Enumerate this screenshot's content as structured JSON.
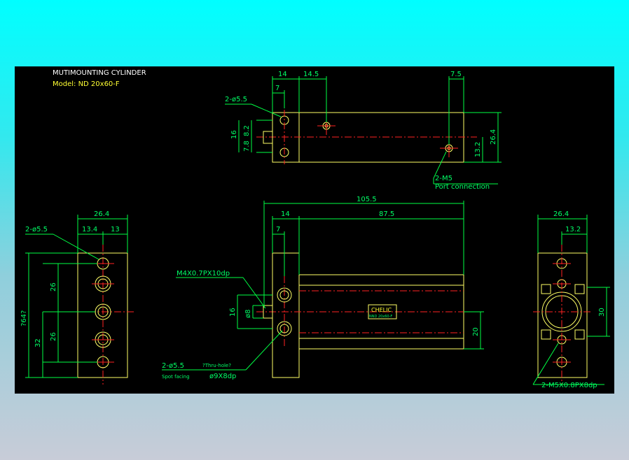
{
  "title": "MUTIMOUNTING CYLINDER",
  "model": "Model: ND 20x60-F",
  "top_view": {
    "dim_14": "14",
    "dim_14_5": "14.5",
    "dim_7_5": "7.5",
    "dim_7": "7",
    "hole_callout": "2-ø5.5",
    "dim_16": "16",
    "dim_7_8": "7.8",
    "dim_8_2": "8.2",
    "dim_26_4": "26.4",
    "dim_13_2": "13.2",
    "port_callout": "2-M5",
    "port_note": "Port connection"
  },
  "left_view": {
    "dim_26_4": "26.4",
    "dim_13_4": "13.4",
    "dim_13": "13",
    "hole_callout": "2-ø5.5",
    "dim_26a": "26",
    "dim_26b": "26",
    "dim_64": "?64?",
    "dim_32": "32"
  },
  "front_view": {
    "dim_105_5": "105.5",
    "dim_14": "14",
    "dim_87_5": "87.5",
    "dim_7": "7",
    "thread_callout": "M4X0.7PX10dp",
    "dim_16": "16",
    "dim_8": "ø8",
    "dim_20": "20",
    "hole_callout": "2-ø5.5",
    "thru_note": "?Thru-hole?",
    "spot_note": "Spot facing",
    "spot_dim": "ø9X8dp",
    "label_brand": "CHELIC",
    "label_sub": "NND 20x60-F"
  },
  "right_view": {
    "dim_26_4": "26.4",
    "dim_13_2": "13.2",
    "dim_30": "30",
    "thread_callout": "2-M5X0.8PX8dp"
  }
}
